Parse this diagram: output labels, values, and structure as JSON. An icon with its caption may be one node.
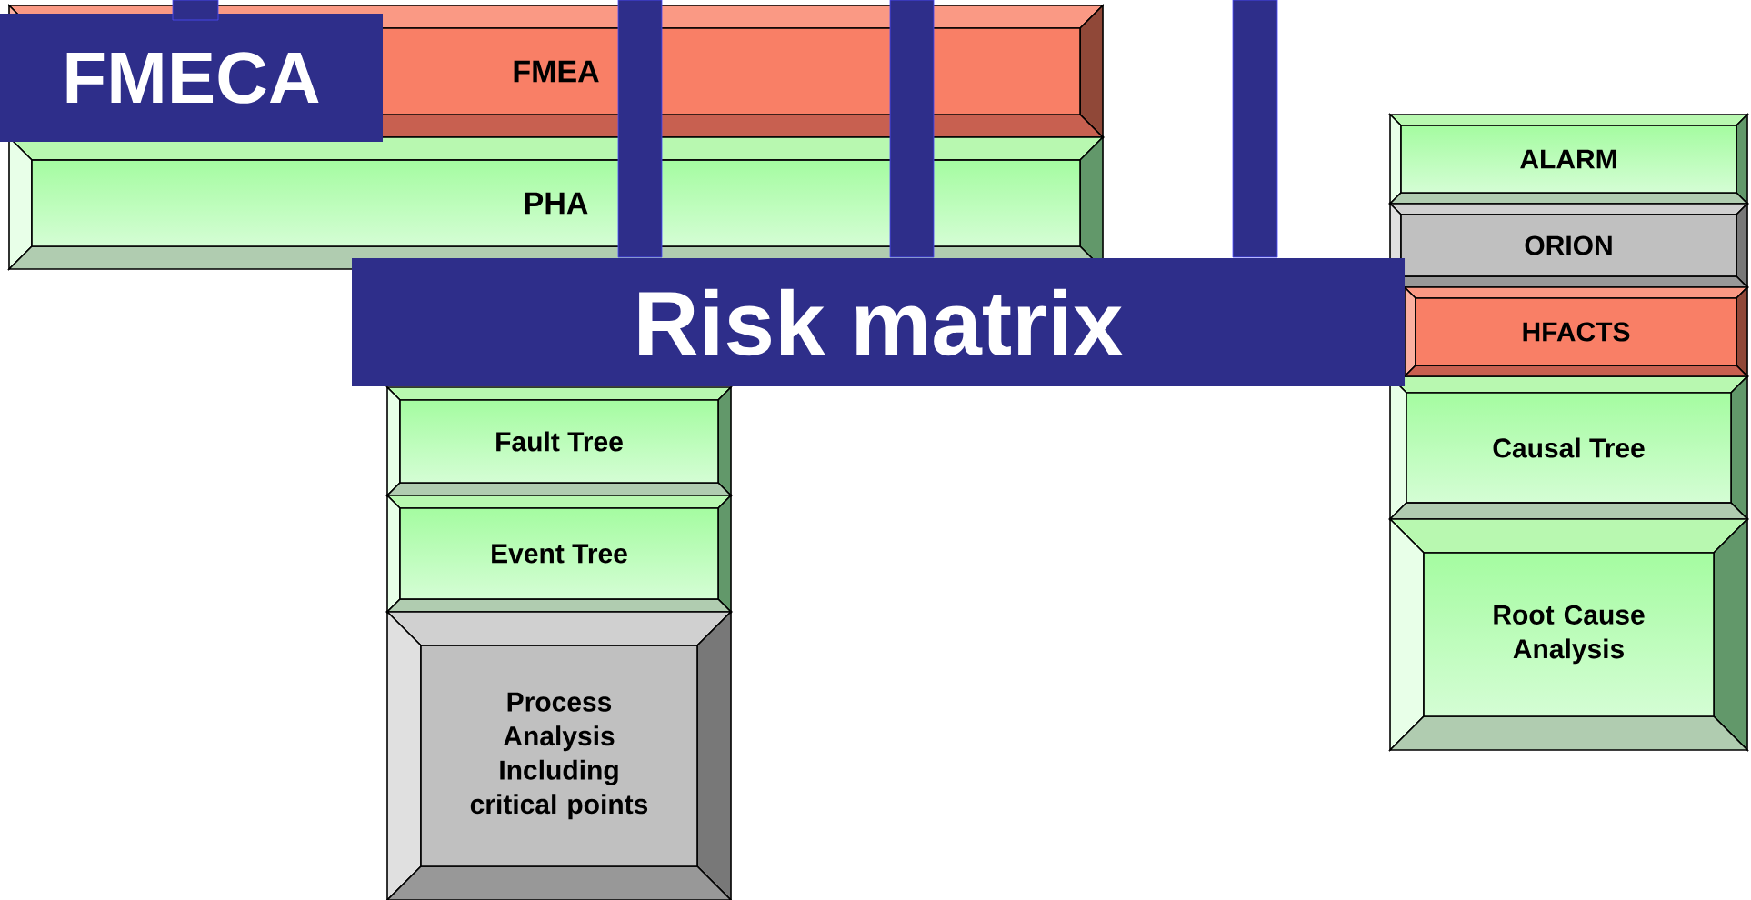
{
  "diagram": {
    "nodes": [
      {
        "text": [
          "FMECA"
        ]
      },
      {
        "text": [
          "FMEA"
        ]
      },
      {
        "text": [
          "PHA"
        ]
      },
      {
        "text": [
          "Risk matrix"
        ]
      },
      {
        "text": [
          "Fault Tree"
        ]
      },
      {
        "text": [
          "Event Tree"
        ]
      },
      {
        "text": [
          "Process Analysis Including critical points"
        ]
      },
      {
        "text": [
          "ALARM"
        ]
      },
      {
        "text": [
          "ORION"
        ]
      },
      {
        "text": [
          "HFACTS"
        ]
      },
      {
        "text": [
          "Causal Tree"
        ]
      },
      {
        "text": [
          "Root Cause Analysis"
        ]
      },
      {
        "text": [],
        "shape": "bar"
      },
      {
        "text": [],
        "shape": "bar"
      },
      {
        "text": [],
        "shape": "bar"
      },
      {
        "text": [],
        "shape": "bar"
      }
    ]
  }
}
